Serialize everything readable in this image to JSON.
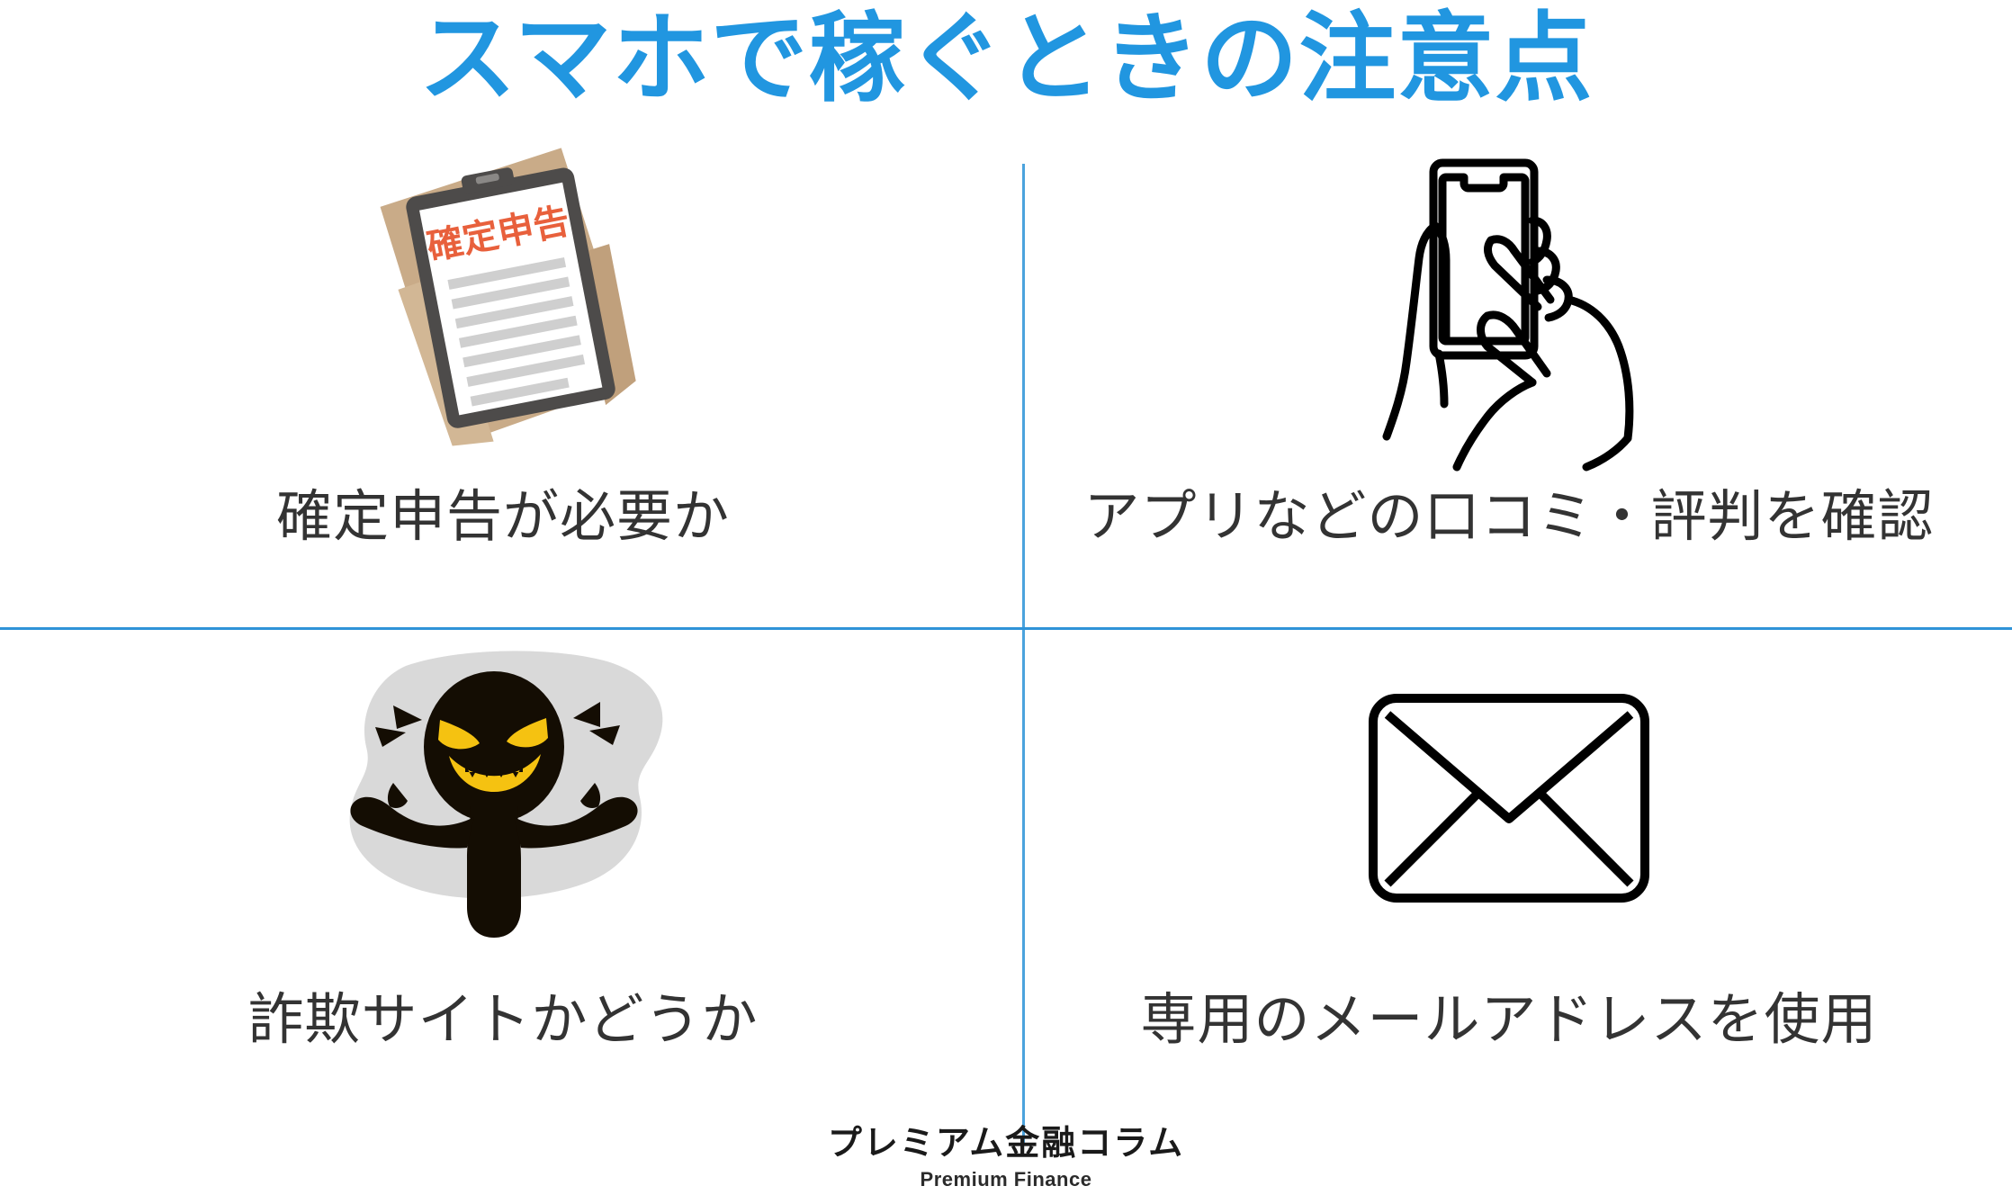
{
  "header": {
    "title": "スマホで稼ぐときの注意点",
    "title_color": "#2196e0"
  },
  "divider": {
    "color": "#3f9bda"
  },
  "grid": {
    "columns": 2,
    "rows": 2,
    "items": [
      {
        "position": "top-left",
        "icon": "tax-return-document-icon",
        "caption": "確定申告が必要か",
        "icon_detail": {
          "document_label": "確定申告",
          "document_label_color": "#e8603c",
          "envelope_color": "#c9ab88",
          "clipboard_color": "#4d4b4a",
          "paper_color": "#ffffff",
          "ruled_line_color": "#cfcfcf",
          "ruled_line_count": 7
        }
      },
      {
        "position": "top-right",
        "icon": "hand-holding-smartphone-icon",
        "caption": "アプリなどの口コミ・評判を確認",
        "icon_detail": {
          "stroke_color": "#000000",
          "style": "line-art"
        }
      },
      {
        "position": "bottom-left",
        "icon": "scammer-villain-icon",
        "caption": "詐欺サイトかどうか",
        "icon_detail": {
          "body_color": "#140d03",
          "eye_color": "#f5c211",
          "teeth_color": "#f5c211",
          "background_blob_color": "#d9d9d9"
        }
      },
      {
        "position": "bottom-right",
        "icon": "email-envelope-icon",
        "caption": "専用のメールアドレスを使用",
        "icon_detail": {
          "stroke_color": "#000000",
          "style": "outline"
        }
      }
    ]
  },
  "footer": {
    "brand_jp": "プレミアム金融コラム",
    "brand_en": "Premium Finance"
  }
}
